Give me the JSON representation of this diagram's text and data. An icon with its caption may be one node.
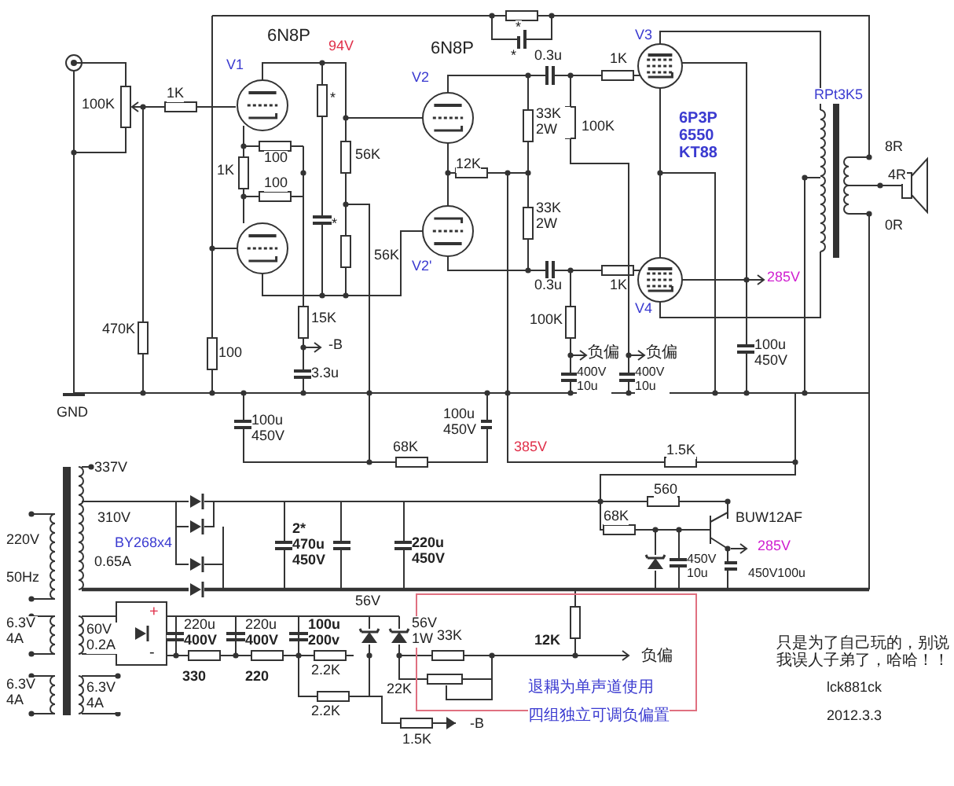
{
  "diagram": {
    "labels": [
      "6N8P",
      "94V",
      "6N8P",
      "*",
      "*",
      "0.3u",
      "1K",
      "V3",
      "V1",
      "V2",
      "100K",
      "1K",
      "*",
      "RPt3K5",
      "33K 2W",
      "100K",
      "6P3P 6550 KT88",
      "56K",
      "12K",
      "1K",
      "100",
      "100",
      "8R",
      "4R",
      "0R",
      "*",
      "33K 2W",
      "56K",
      "V2'",
      "285V",
      "0.3u",
      "1K",
      "V4",
      "15K",
      "-B",
      "100K",
      "470K",
      "100",
      "3.3u",
      "负偏",
      "负偏",
      "400V 10u",
      "400V 10u",
      "100u 450V",
      "GND",
      "100u 450V",
      "100u 450V",
      "68K",
      "385V",
      "1.5K",
      "337V",
      "310V",
      "560",
      "68K",
      "BUW12AF",
      "2* 470u 450V",
      "220u 450V",
      "220V",
      "BY268x4",
      "450V 10u",
      "285V",
      "450V100u",
      "0.65A",
      "50Hz",
      "56V",
      "6.3V 4A",
      "60V 0.2A",
      "+",
      "-",
      "220u **400V**",
      "220u **400V**",
      "100u 200v",
      "56V 1W",
      "33K",
      "12K",
      "负偏",
      "只是为了自己玩的，别说我误人子弟了，哈哈！！",
      "330",
      "220",
      "2.2K",
      "22K",
      "退耦为单声道使用",
      "lck881ck",
      "6.3V 4A",
      "6.3V 4A",
      "2.2K",
      "四组独立可调负偏置",
      "2012.3.3",
      "-B",
      "1.5K"
    ]
  }
}
